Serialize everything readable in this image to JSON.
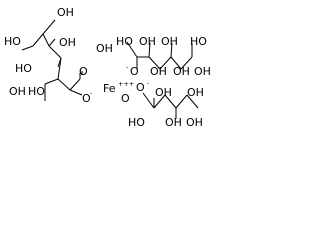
{
  "diagram_type": "chemical structure",
  "labels": {
    "oh": "OH",
    "ho": "HO",
    "o": "O",
    "minus": "-",
    "fe": "Fe",
    "fe_charge": "+++"
  }
}
